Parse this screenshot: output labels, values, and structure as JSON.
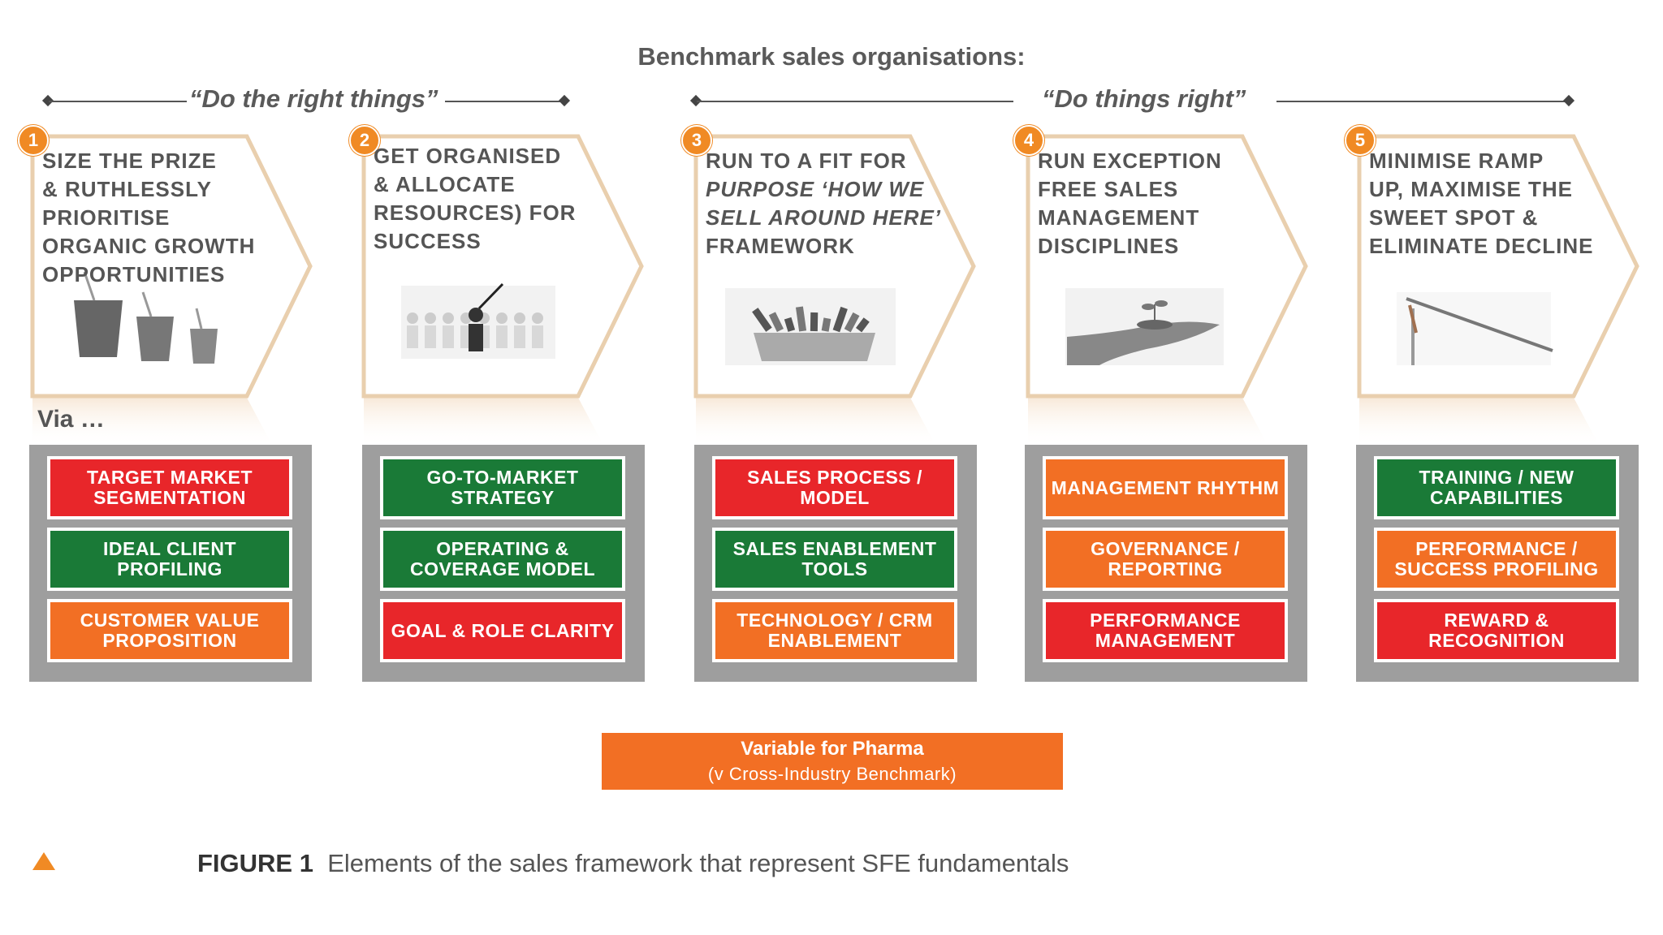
{
  "header": "Benchmark sales organisations:",
  "brackets": {
    "left": "“Do the right things”",
    "right": "“Do things right”"
  },
  "via": "Via …",
  "stages": [
    {
      "num": "1",
      "lines": [
        "SIZE THE  PRIZE",
        "&  RUTHLESSLY",
        "PRIORITISE",
        "ORGANIC GROWTH",
        "OPPORTUNITIES"
      ],
      "icon": "cups-icon",
      "boxes": [
        {
          "label": "TARGET MARKET SEGMENTATION",
          "color": "red"
        },
        {
          "label": "IDEAL CLIENT PROFILING",
          "color": "green"
        },
        {
          "label": "CUSTOMER VALUE PROPOSITION",
          "color": "orange"
        }
      ]
    },
    {
      "num": "2",
      "lines": [
        "GET ORGANISED",
        "& ALLOCATE",
        "RESOURCES) FOR",
        "SUCCESS"
      ],
      "icon": "people-icon",
      "boxes": [
        {
          "label": "GO-TO-MARKET STRATEGY",
          "color": "green"
        },
        {
          "label": "OPERATING & COVERAGE MODEL",
          "color": "green"
        },
        {
          "label": "GOAL & ROLE CLARITY",
          "color": "red"
        }
      ]
    },
    {
      "num": "3",
      "lines": [
        "RUN TO A FIT FOR",
        "PURPOSE ‘HOW WE",
        "SELL AROUND HERE’",
        "FRAMEWORK"
      ],
      "icon": "toolbox-icon",
      "boxes": [
        {
          "label": "SALES PROCESS / MODEL",
          "color": "red"
        },
        {
          "label": "SALES ENABLEMENT TOOLS",
          "color": "green"
        },
        {
          "label": "TECHNOLOGY / CRM ENABLEMENT",
          "color": "orange"
        }
      ]
    },
    {
      "num": "4",
      "lines": [
        "RUN EXCEPTION",
        "FREE SALES",
        "MANAGEMENT",
        "DISCIPLINES"
      ],
      "icon": "hand-seedling-icon",
      "boxes": [
        {
          "label": "MANAGEMENT RHYTHM",
          "color": "orange"
        },
        {
          "label": "GOVERNANCE / REPORTING",
          "color": "orange"
        },
        {
          "label": "PERFORMANCE MANAGEMENT",
          "color": "red"
        }
      ]
    },
    {
      "num": "5",
      "lines": [
        "MINIMISE RAMP",
        "UP, MAXIMISE THE",
        "SWEET SPOT &",
        "ELIMINATE DECLINE"
      ],
      "icon": "decline-curve-icon",
      "boxes": [
        {
          "label": "TRAINING / NEW CAPABILITIES",
          "color": "green"
        },
        {
          "label": "PERFORMANCE / SUCCESS PROFILING",
          "color": "orange"
        },
        {
          "label": "REWARD & RECOGNITION",
          "color": "red"
        }
      ]
    }
  ],
  "legend": {
    "line1": "Variable for Pharma",
    "line2": "(v Cross-Industry Benchmark)",
    "color": "#f26f24"
  },
  "caption": {
    "label": "FIGURE 1",
    "text": "Elements of the sales framework that represent SFE fundamentals"
  },
  "colors": {
    "red": "#e8262a",
    "green": "#1a7a37",
    "orange": "#f26f24",
    "badge": "#f08a24"
  }
}
